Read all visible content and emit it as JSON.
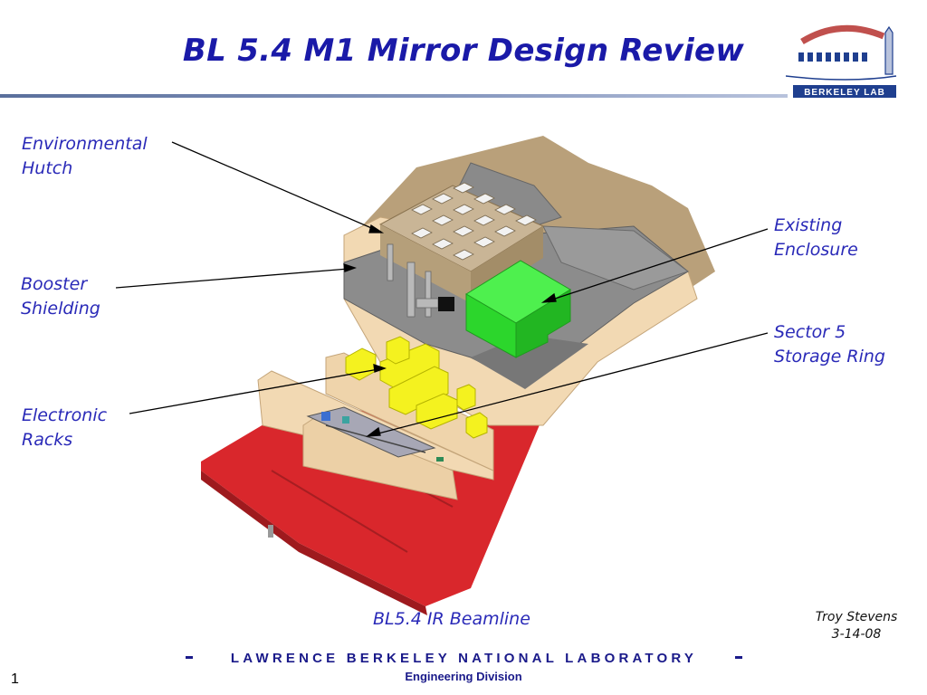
{
  "slide": {
    "title": "BL 5.4 M1 Mirror Design Review",
    "page_number": "1",
    "author": "Troy Stevens",
    "date": "3-14-08",
    "figure_caption": "BL5.4 IR Beamline",
    "footer_lab": "LAWRENCE BERKELEY NATIONAL LABORATORY",
    "footer_division": "Engineering Division",
    "logo_text": "BERKELEY LAB"
  },
  "callouts": [
    {
      "id": "environmental-hutch",
      "text": "Environmental\nHutch"
    },
    {
      "id": "existing-enclosure",
      "text": "Existing\nEnclosure"
    },
    {
      "id": "booster-shielding",
      "text": "Booster\nShielding"
    },
    {
      "id": "sector-5-storage-ring",
      "text": "Sector 5\nStorage Ring"
    },
    {
      "id": "electronic-racks",
      "text": "Electronic\nRacks"
    }
  ],
  "colors": {
    "title": "#1a1aa8",
    "callout_text": "#2a2ab8",
    "floor": "#d9272c",
    "shielding": "#f2d9b3",
    "concrete": "#8c8c8c",
    "racks": "#f4f21f",
    "enclosure": "#2cd62c",
    "ground": "#b9a07a"
  }
}
